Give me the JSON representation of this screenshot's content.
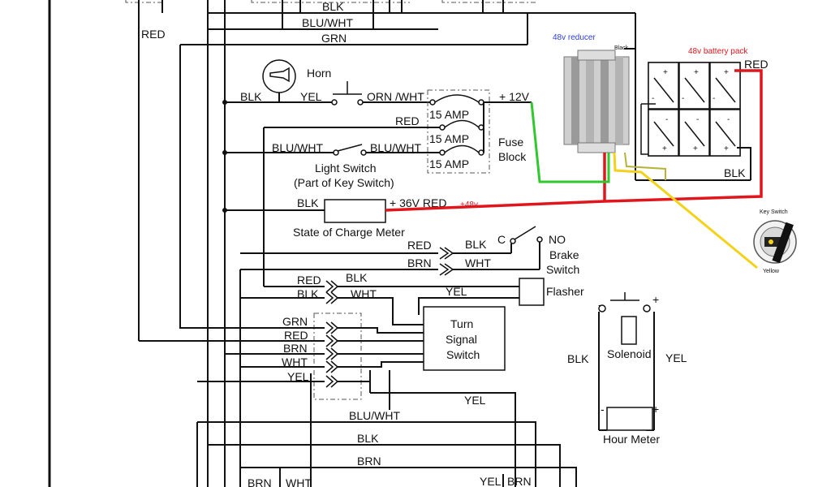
{
  "wires": {
    "blk_top": "BLK",
    "blu_wht_top": "BLU/WHT",
    "grn_top": "GRN",
    "red_left": "RED",
    "blk_horn": "BLK",
    "yel_horn": "YEL",
    "orn_wht": "ORN /WHT",
    "plus_12v": "+ 12V",
    "red_fuse": "RED",
    "blu_wht_light_left": "BLU/WHT",
    "blu_wht_light_right": "BLU/WHT",
    "blk_meter": "BLK",
    "plus_36v_red": "+ 36V RED",
    "plus_48v": "+48v",
    "red_brake": "RED",
    "blk_brake": "BLK",
    "brn_brake": "BRN",
    "wht_brake": "WHT",
    "red_flasher": "RED",
    "blk_flasher_r": "BLK",
    "blk_flasher_l": "BLK",
    "wht_flasher": "WHT",
    "yel_flasher": "YEL",
    "grn_turn": "GRN",
    "red_turn": "RED",
    "brn_turn": "BRN",
    "wht_turn": "WHT",
    "yel_turn": "YEL",
    "yel_bottom": "YEL",
    "blu_wht_bottom": "BLU/WHT",
    "blk_bottom": "BLK",
    "brn_bottom": "BRN",
    "brn_bl": "BRN",
    "wht_bl": "WHT",
    "yel_br": "YEL",
    "brn_br": "BRN",
    "blk_solenoid": "BLK",
    "yel_solenoid": "YEL",
    "red_battery": "RED",
    "blk_battery": "BLK"
  },
  "components": {
    "horn": "Horn",
    "fuse_a": "15 AMP",
    "fuse_b": "15 AMP",
    "fuse_c": "15 AMP",
    "fuse_block_1": "Fuse",
    "fuse_block_2": "Block",
    "light_switch_1": "Light Switch",
    "light_switch_2": "(Part of Key Switch)",
    "meter": "State of Charge Meter",
    "brake_c": "C",
    "brake_no": "NO",
    "brake_1": "Brake",
    "brake_2": "Switch",
    "flasher": "Flasher",
    "turn_1": "Turn",
    "turn_2": "Signal",
    "turn_3": "Switch",
    "solenoid": "Solenoid",
    "hour_meter": "Hour Meter",
    "reducer": "48v reducer",
    "battery": "48v battery pack",
    "reducer_black": "Black",
    "key_switch": "Key Switch",
    "key_yellow": "Yellow"
  },
  "terminals": {
    "sol_minus": "-",
    "sol_plus": "+",
    "hm_minus": "-",
    "hm_plus": "+"
  },
  "colors": {
    "wire_black": "#111111",
    "wire_red": "#e0161c",
    "wire_green": "#2fc82f",
    "wire_yellow": "#f2d21a",
    "label_blue": "#2b3fd8",
    "label_red": "#e0161c"
  }
}
